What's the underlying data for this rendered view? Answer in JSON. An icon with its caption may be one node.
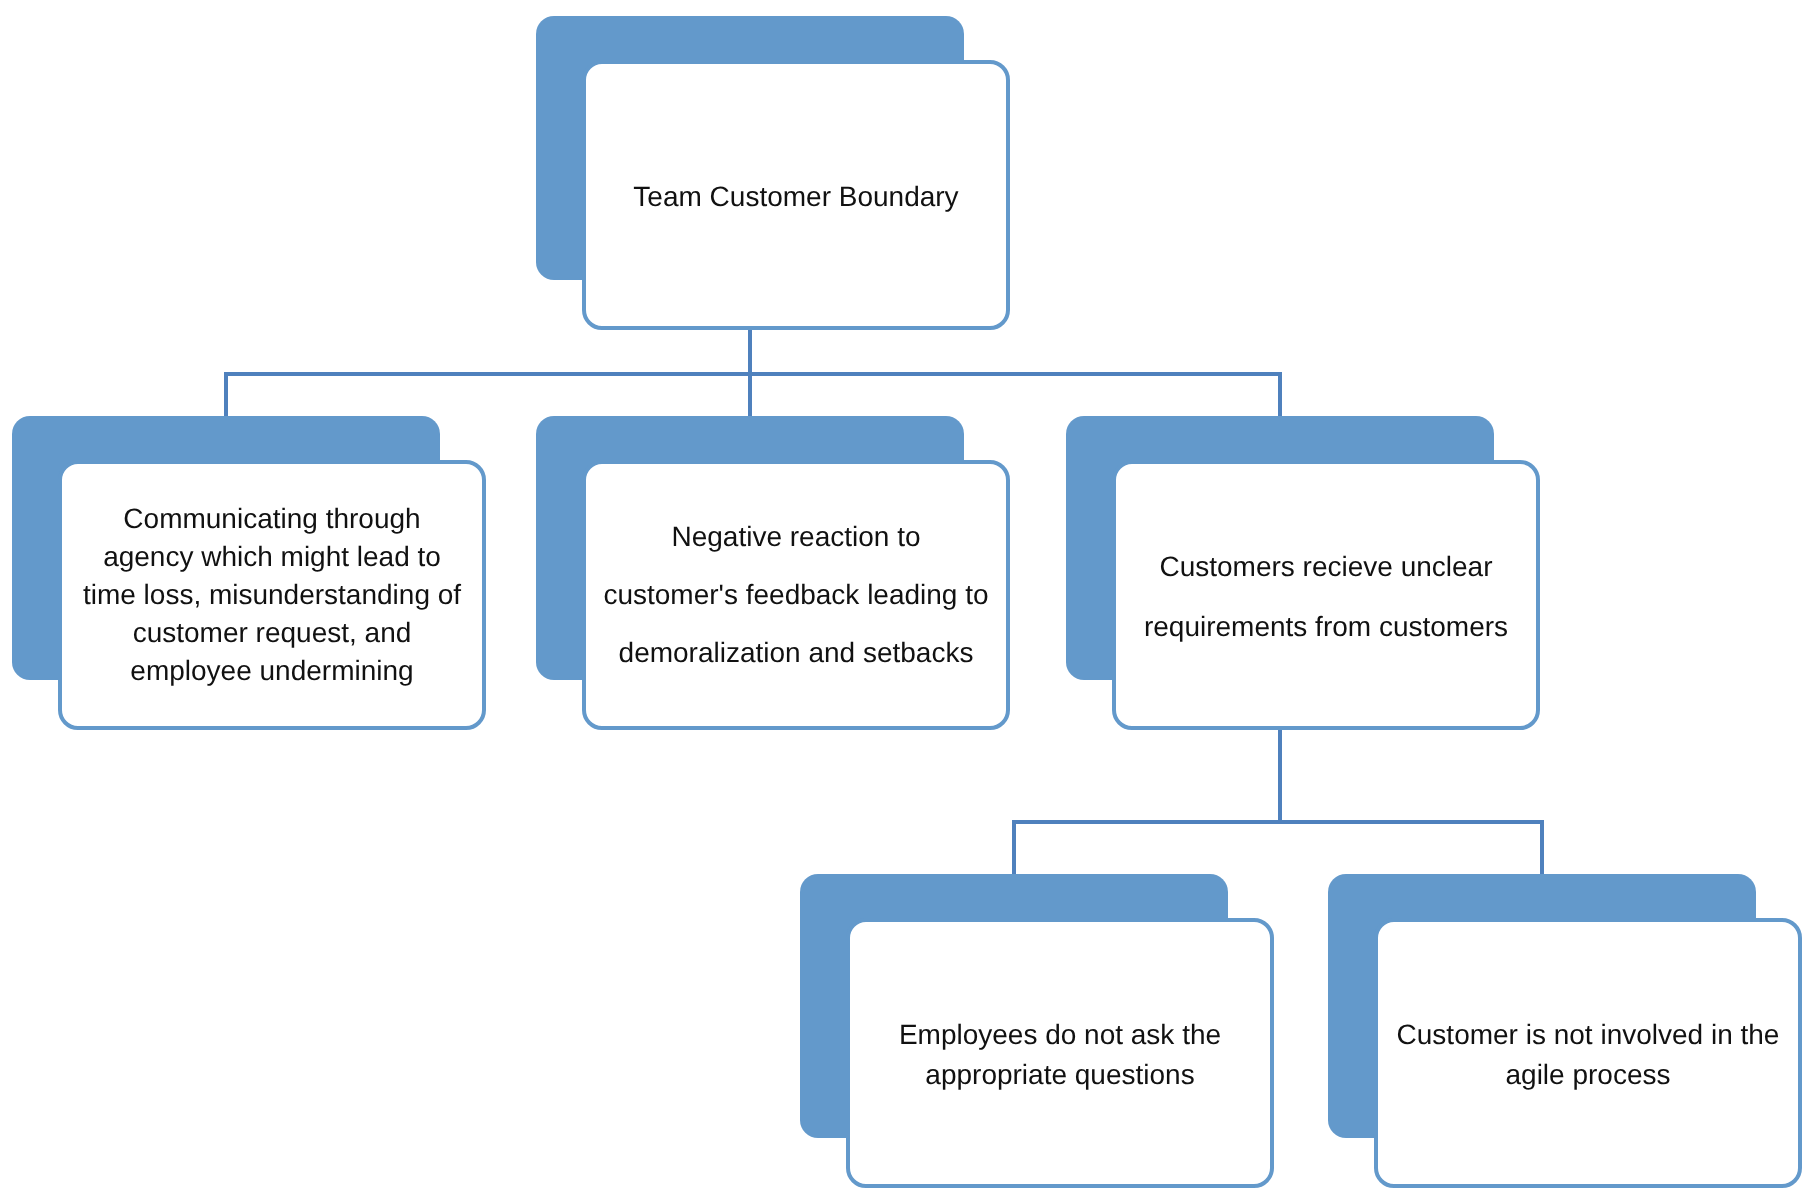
{
  "diagram": {
    "nodes": [
      {
        "text": [
          "Team Customer Boundary"
        ]
      },
      {
        "text": [
          "Communicating through agency which might lead to time loss, misunderstanding of customer request, and employee undermining"
        ]
      },
      {
        "text": [
          "Negative reaction to customer's feedback leading to demoralization and setbacks"
        ]
      },
      {
        "text": [
          "Customers recieve unclear requirements from customers"
        ]
      },
      {
        "text": [
          "Employees do not ask the appropriate questions"
        ]
      },
      {
        "text": [
          "Customer is not involved in the agile process"
        ]
      }
    ],
    "edges": [
      {
        "from": 0,
        "to": 1,
        "arrow": "none"
      },
      {
        "from": 0,
        "to": 2,
        "arrow": "none"
      },
      {
        "from": 0,
        "to": 3,
        "arrow": "none"
      },
      {
        "from": 3,
        "to": 4,
        "arrow": "none"
      },
      {
        "from": 3,
        "to": 5,
        "arrow": "none"
      }
    ]
  }
}
